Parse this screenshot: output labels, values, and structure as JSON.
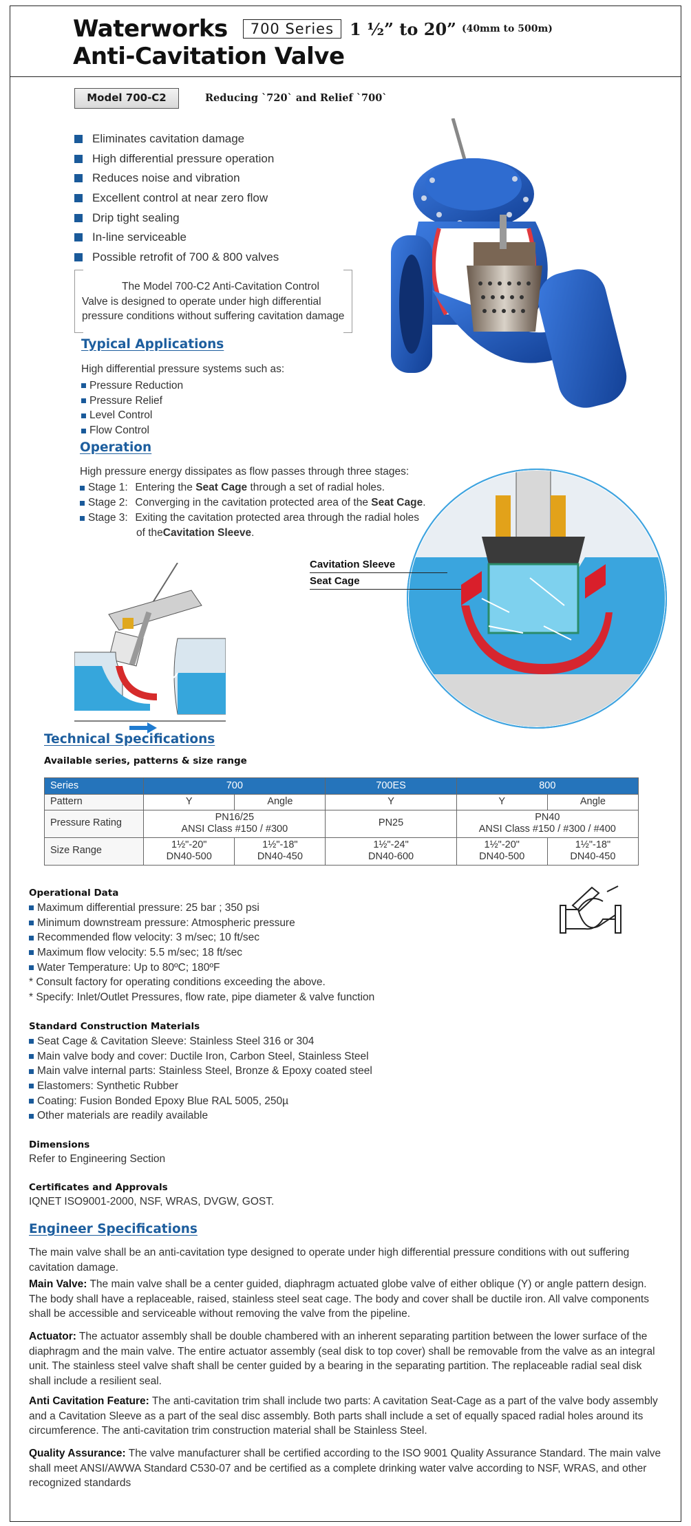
{
  "header": {
    "brand": "Waterworks",
    "series": "700 Series",
    "size_range": "1 ½” to 20”",
    "size_range_mm": "(40mm to 500m)",
    "title": "Anti-Cavitation Valve"
  },
  "model": {
    "name": "Model 700-C2",
    "subtitle": "Reducing `720` and Relief `700`"
  },
  "features": [
    "Eliminates cavitation damage",
    "High differential pressure operation",
    "Reduces noise and vibration",
    "Excellent control at near zero flow",
    "Drip tight sealing",
    "In-line serviceable",
    "Possible retrofit of 700 & 800 valves"
  ],
  "description": "The Model 700-C2 Anti-Cavitation Control Valve is designed to operate under high differential pressure conditions without suffering cavitation damage",
  "applications": {
    "heading": "Typical Applications",
    "intro": "High differential pressure systems such as:",
    "items": [
      "Pressure Reduction",
      "Pressure Relief",
      "Level Control",
      "Flow Control"
    ]
  },
  "operation": {
    "heading": "Operation",
    "intro": "High pressure energy dissipates as flow passes through three stages:",
    "stages": [
      {
        "label": "Stage 1:",
        "pre": "Entering the ",
        "bold": "Seat Cage",
        "post": " through a set of radial holes."
      },
      {
        "label": "Stage 2:",
        "pre": "Converging in the cavitation protected area of the ",
        "bold": "Seat Cage",
        "post": "."
      },
      {
        "label": "Stage 3:",
        "pre": "Exiting the cavitation protected area through the radial holes",
        "bold": "",
        "post": ""
      }
    ],
    "stage3_cont_pre": "of the ",
    "stage3_cont_bold": "Cavitation Sleeve",
    "stage3_cont_post": "."
  },
  "callouts": {
    "sleeve": "Cavitation Sleeve",
    "cage": "Seat Cage"
  },
  "tech_specs": {
    "heading": "Technical Specifications",
    "subheading": "Available series, patterns & size range",
    "columns": {
      "series": "Series",
      "s700": "700",
      "s700es": "700ES",
      "s800": "800"
    },
    "pattern": {
      "label": "Pattern",
      "c1": "Y",
      "c2": "Angle",
      "c3": "Y",
      "c4": "Y",
      "c5": "Angle"
    },
    "pressure": {
      "label": "Pressure Rating",
      "p700_a": "PN16/25",
      "p700_b": "ANSI Class #150 / #300",
      "p700es": "PN25",
      "p800_a": "PN40",
      "p800_b": "ANSI Class  #150 / #300 / #400"
    },
    "size": {
      "label": "Size Range",
      "c1a": "1½\"-20\"",
      "c1b": "DN40-500",
      "c2a": "1½\"-18\"",
      "c2b": "DN40-450",
      "c3a": "1½\"-24\"",
      "c3b": "DN40-600",
      "c4a": "1½\"-20\"",
      "c4b": "DN40-500",
      "c5a": "1½\"-18\"",
      "c5b": "DN40-450"
    }
  },
  "operational_data": {
    "heading": "Operational Data",
    "items": [
      "Maximum differential pressure: 25 bar ; 350 psi",
      "Minimum downstream pressure: Atmospheric pressure",
      "Recommended flow velocity: 3 m/sec; 10 ft/sec",
      "Maximum flow velocity: 5.5 m/sec; 18 ft/sec",
      "Water Temperature: Up to 80ºC; 180ºF"
    ],
    "notes": [
      "* Consult factory for operating conditions exceeding the above.",
      "* Specify: Inlet/Outlet Pressures, flow rate, pipe diameter & valve function"
    ]
  },
  "materials": {
    "heading": "Standard Construction Materials",
    "items": [
      "Seat Cage & Cavitation Sleeve: Stainless Steel 316 or 304",
      "Main valve body and cover: Ductile Iron, Carbon Steel, Stainless Steel",
      "Main valve internal parts: Stainless Steel, Bronze & Epoxy coated steel",
      "Elastomers: Synthetic Rubber",
      "Coating: Fusion Bonded Epoxy Blue RAL 5005, 250µ",
      "Other materials are readily available"
    ]
  },
  "dimensions": {
    "heading": "Dimensions",
    "text": "Refer to Engineering Section"
  },
  "certificates": {
    "heading": "Certificates and Approvals",
    "text": "IQNET ISO9001-2000, NSF, WRAS, DVGW, GOST."
  },
  "engineer": {
    "heading": "Engineer Specifications",
    "intro": "The main valve shall be an anti-cavitation type designed to operate under high differential pressure conditions with out suffering cavitation damage.",
    "main_label": "Main Valve:",
    "main_text": " The main valve shall be a center guided, diaphragm actuated globe valve of either oblique (Y) or angle pattern design. The body shall have a replaceable, raised, stainless steel seat cage. The body and cover shall be ductile iron. All valve components shall be accessible and serviceable without removing the valve from the pipeline.",
    "actuator_label": "Actuator:",
    "actuator_text": " The actuator assembly shall be double chambered with an inherent separating partition between the lower surface of the diaphragm and the main valve. The entire actuator assembly (seal disk to top cover) shall be removable from the valve as an integral unit. The stainless steel valve shaft shall be center guided by a bearing in the separating partition. The replaceable radial seal disk shall include a resilient seal.",
    "anticav_label": "Anti Cavitation Feature:",
    "anticav_text": " The anti-cavitation trim shall include two parts: A cavitation Seat-Cage as a part of the valve body assembly and a Cavitation Sleeve as a part of the seal disc assembly. Both parts shall include a set of equally spaced radial holes around its circumference. The anti-cavitation trim construction material shall be Stainless Steel.",
    "qa_label": "Quality Assurance:",
    "qa_text": " The valve manufacturer shall be certified according to the ISO 9001 Quality Assurance Standard. The main valve shall meet ANSI/AWWA Standard C530-07 and be certified as a complete drinking water valve according to NSF, WRAS, and other recognized standards"
  },
  "colors": {
    "accent_blue": "#1d5e9e",
    "table_header": "#2574bb",
    "valve_blue": "#1f57b8",
    "seal_red": "#e0393e"
  }
}
